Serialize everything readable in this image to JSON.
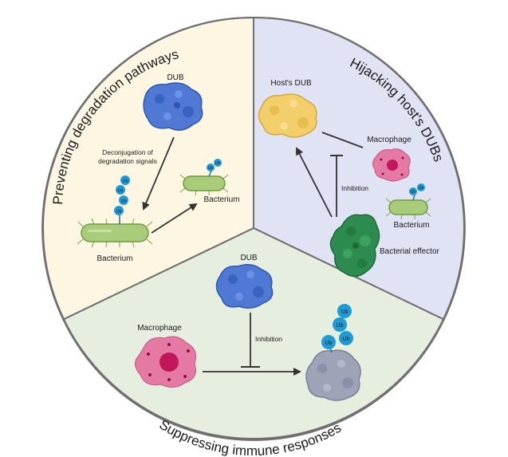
{
  "sectors": {
    "top_left": {
      "title": "Preventing degradation pathways",
      "fill": "#fdf6e3"
    },
    "top_right": {
      "title": "Hijacking host's DUBs",
      "fill": "#dfe3f4"
    },
    "bottom": {
      "title": "Suppressing immune responses",
      "fill": "#e6eedf"
    }
  },
  "labels": {
    "dub_top_left": "DUB",
    "deconjugation_line1": "Deconjugation of",
    "deconjugation_line2": "degradation signals",
    "bacterium_left": "Bacterium",
    "bacterium_mid": "Bacterium",
    "hosts_dub": "Host's DUB",
    "macrophage_right": "Macrophage",
    "inhibition_right": "Inhibition",
    "bacterium_right": "Bacterium",
    "bacterial_effector": "Bacterial effector",
    "dub_bottom": "DUB",
    "macrophage_bottom": "Macrophage",
    "inhibition_bottom": "Inhibition",
    "ub": "Ub"
  },
  "colors": {
    "border": "#6f6f6f",
    "dub_blue": "#4f79d4",
    "host_dub_yellow": "#f2cf6b",
    "effector_green": "#2e8b4f",
    "bacterium_green": "#a8cc7a",
    "macrophage_pink": "#e47aa4",
    "macrophage_nucleus": "#c2185b",
    "ub_blue": "#1e9bd7",
    "target_grey": "#9ea3b8",
    "arrow": "#333333"
  }
}
